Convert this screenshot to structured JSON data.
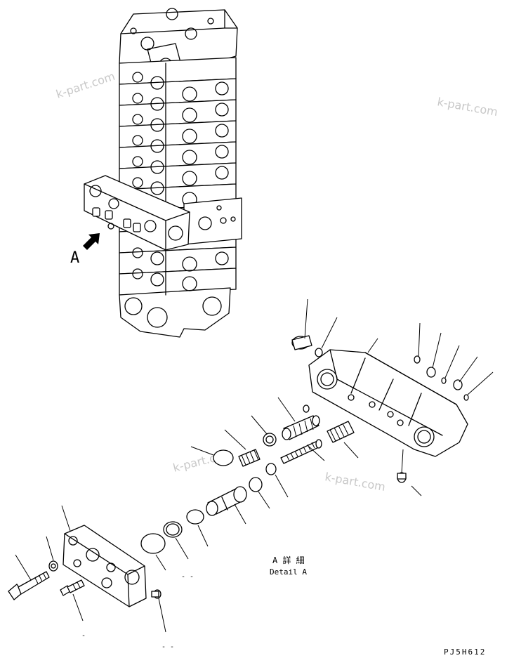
{
  "view_marker": "A",
  "caption": {
    "japanese": "A 詳 細",
    "english": "Detail A"
  },
  "drawing_code": "PJ5H612",
  "watermarks": [
    "k-part.com",
    "k-part.com",
    "k-part.com",
    "k-part.com"
  ]
}
